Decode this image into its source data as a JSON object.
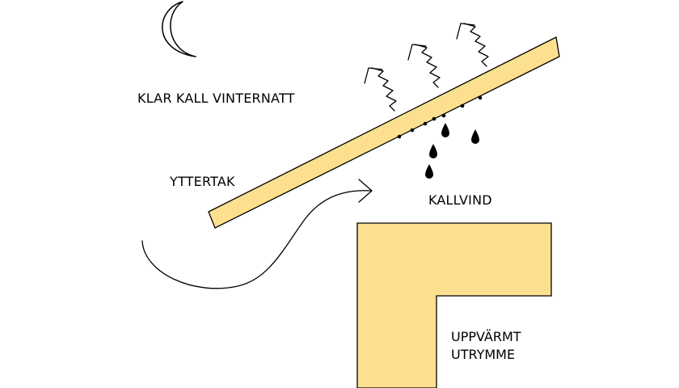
{
  "labels": {
    "night": "KLAR KALL VINTERNATT",
    "outer_roof": "YTTERTAK",
    "cold_attic": "KALLVIND",
    "heated_space_line1": "UPPVÄRMT",
    "heated_space_line2": "UTRYMME"
  },
  "colors": {
    "wood": "#fce08f",
    "stroke": "#000000",
    "background": "#ffffff"
  },
  "icons": [
    "moon-icon",
    "heat-radiation-arrow-icon",
    "air-flow-arrow-icon",
    "water-drop-icon"
  ]
}
